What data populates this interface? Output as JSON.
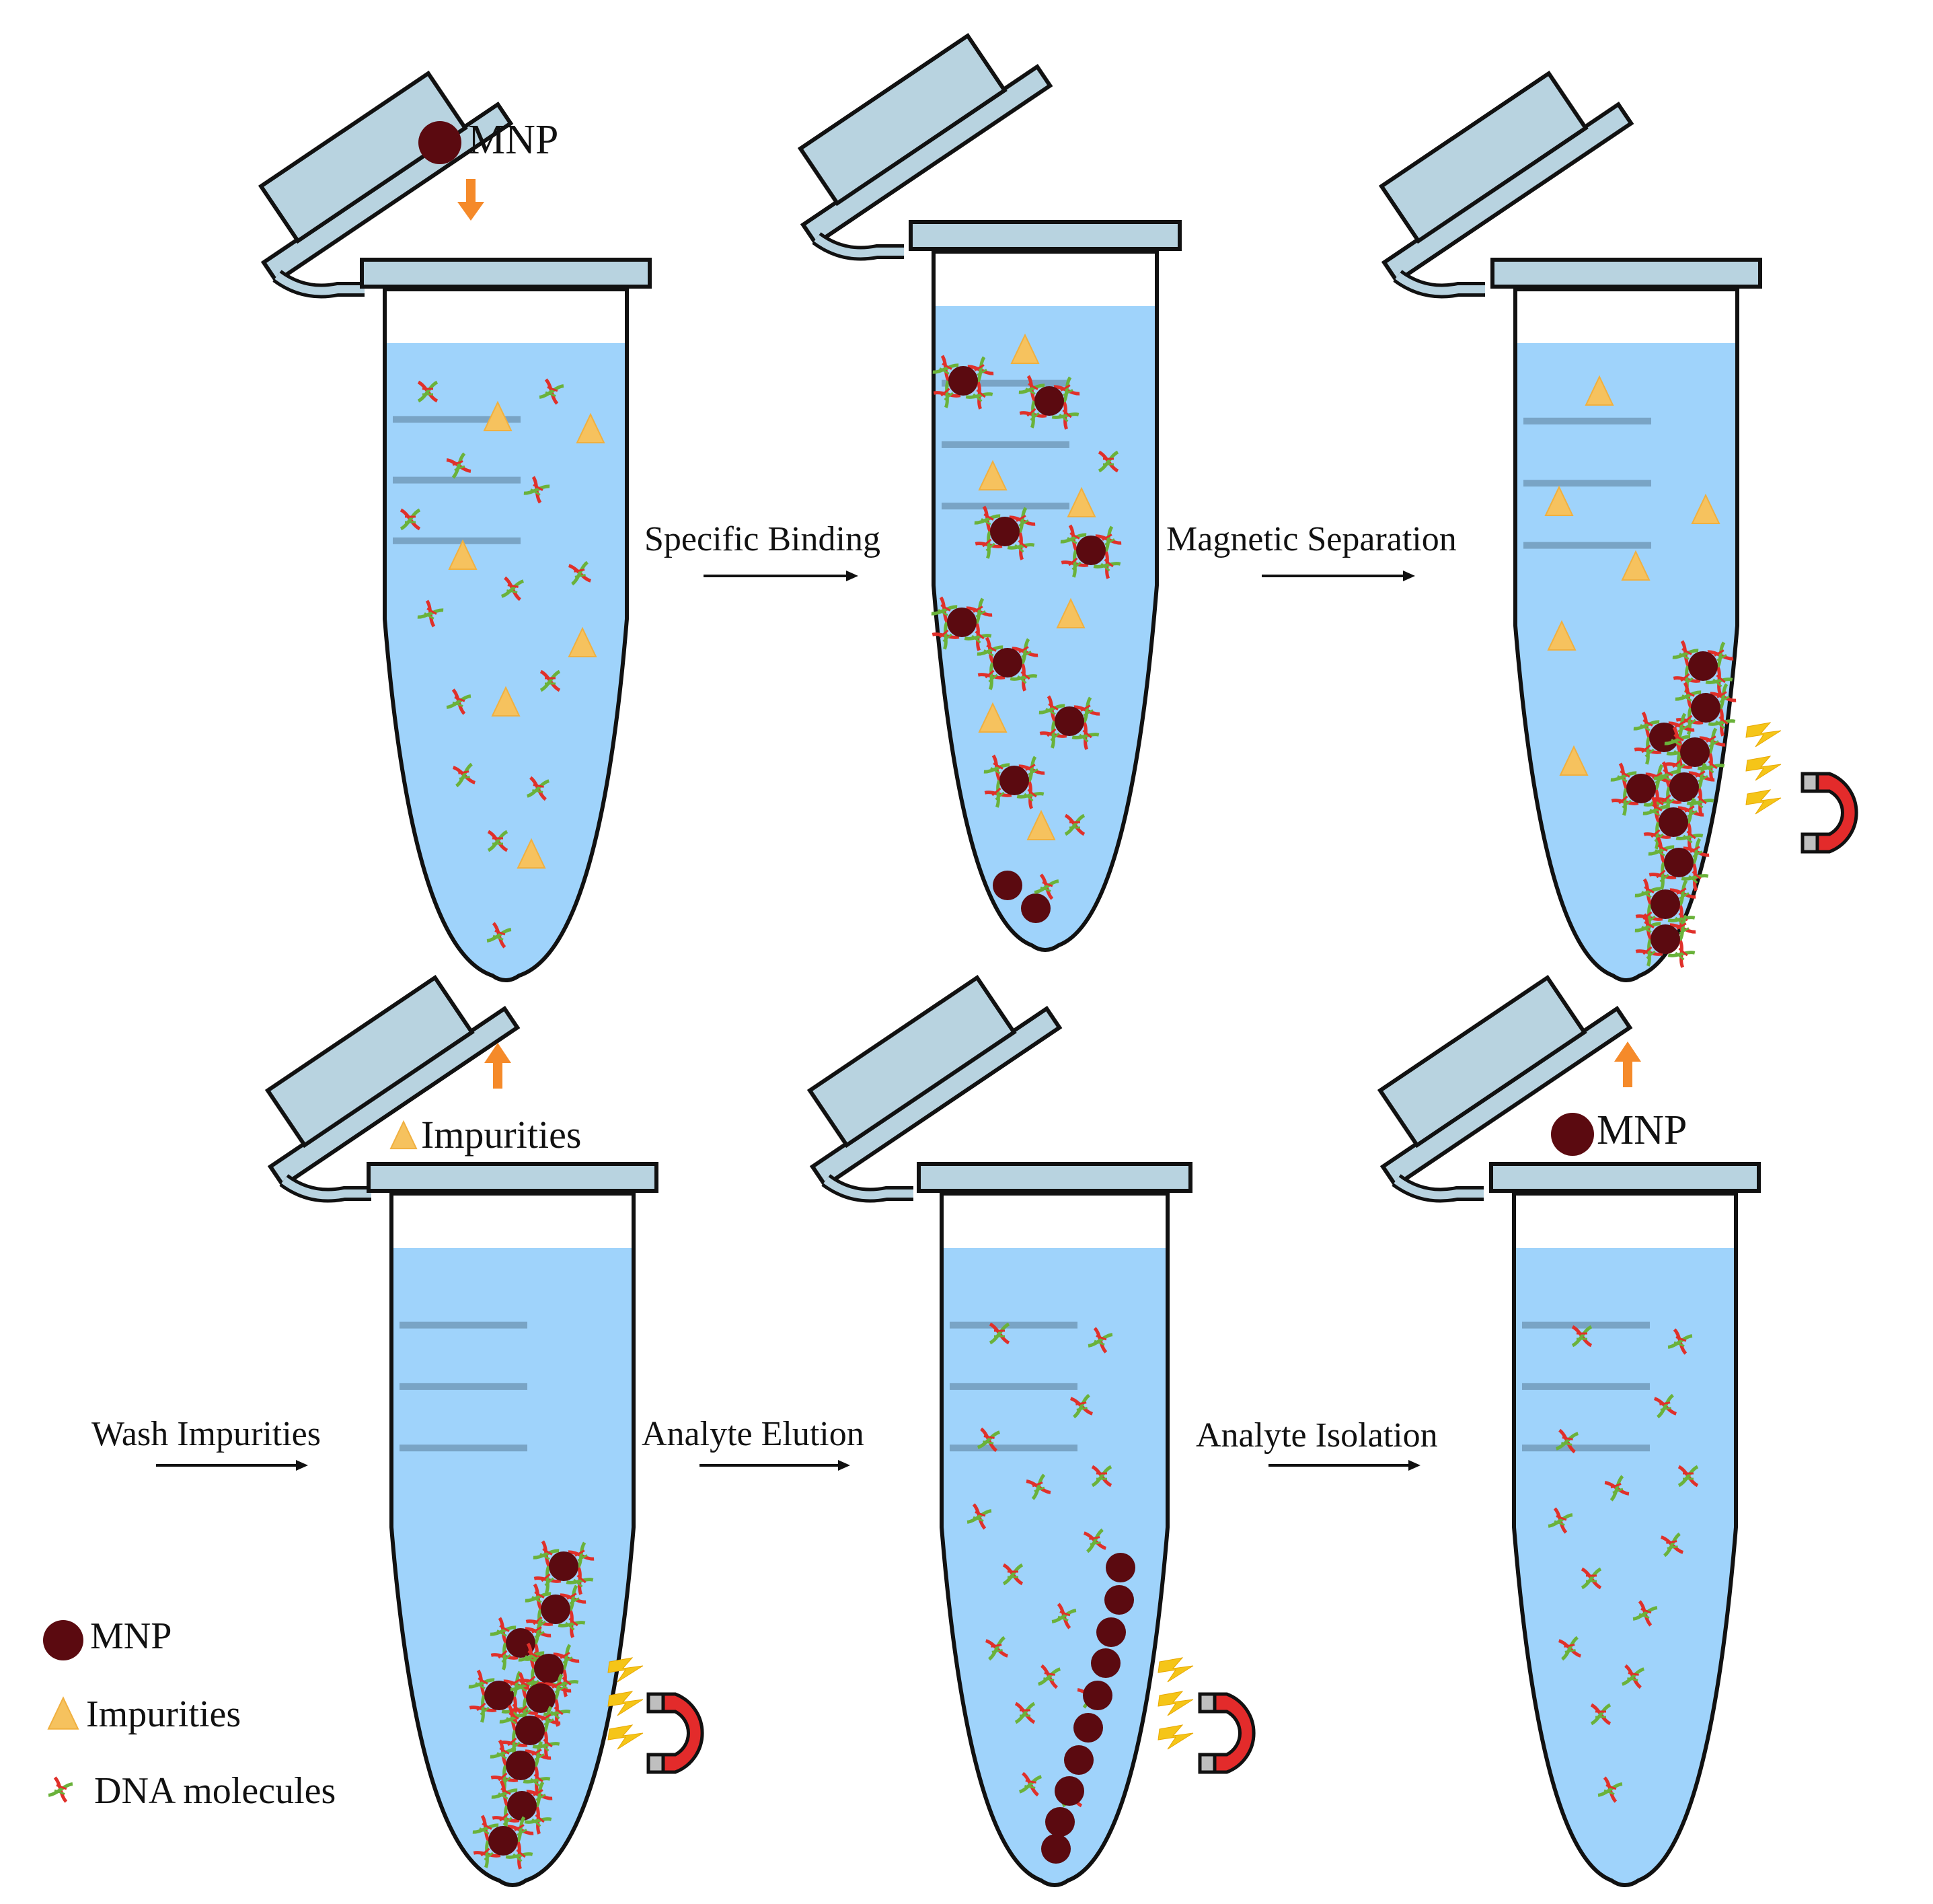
{
  "colors": {
    "liquid": "#9fd3fb",
    "lid": "#b8d3e0",
    "outline": "#111111",
    "mnp": "#5b0a10",
    "impurity": "#f6c25e",
    "arrow_orange": "#f58a2a",
    "magnet": "#e32b2b",
    "lightning": "#f5c518",
    "dna_red": "#e0302a",
    "dna_green": "#6ab23a"
  },
  "steps": {
    "step1": {
      "label": "MNP"
    },
    "step2": {
      "label": "Specific Binding"
    },
    "step3": {
      "label": "Magnetic Separation"
    },
    "step4": {
      "label": "Wash Impurities",
      "removed_label": "Impurities"
    },
    "step5": {
      "label": "Analyte Elution"
    },
    "step6": {
      "label": "Analyte Isolation",
      "removed_label": "MNP"
    }
  },
  "legend": {
    "items": [
      {
        "icon": "mnp-circle-icon",
        "label": "MNP"
      },
      {
        "icon": "impurity-triangle-icon",
        "label": "Impurities"
      },
      {
        "icon": "dna-helix-icon",
        "label": "DNA molecules"
      }
    ]
  }
}
